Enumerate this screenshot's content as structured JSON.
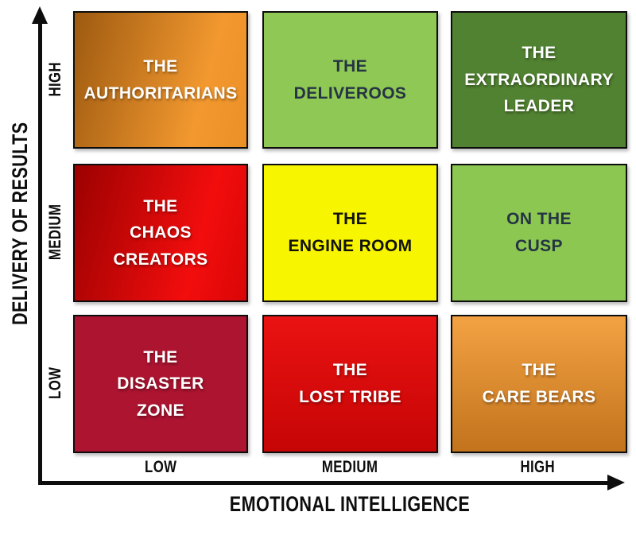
{
  "figure": {
    "title": "Emotional Intelligence vs Delivery of Results matrix",
    "background_color": "#ffffff",
    "axis_color": "#0d0d0d",
    "y_axis": {
      "title": "DELIVERY OF RESULTS",
      "ticks": [
        "HIGH",
        "MEDIUM",
        "LOW"
      ]
    },
    "x_axis": {
      "title": "EMOTIONAL INTELLIGENCE",
      "ticks": [
        "LOW",
        "MEDIUM",
        "HIGH"
      ]
    }
  },
  "cells": [
    {
      "name": "the-authoritarians",
      "text": "THE\nAUTHORITARIANS",
      "delivery": "HIGH",
      "emotional_intelligence": "LOW",
      "bg": "linear-gradient(105deg, #9e5a10 0%, #f2982f 72%, #eb9026 100%)",
      "fg": "#ffffff",
      "text_shadow": "1px 2px 3px rgba(0,0,0,0.4)"
    },
    {
      "name": "the-deliveroos",
      "text": "THE\nDELIVEROOS",
      "delivery": "HIGH",
      "emotional_intelligence": "MEDIUM",
      "bg": "#8fc854",
      "fg": "#253444",
      "text_shadow": "none"
    },
    {
      "name": "the-extraordinary-leader",
      "text": "THE\nEXTRAORDINARY\nLEADER",
      "delivery": "HIGH",
      "emotional_intelligence": "HIGH",
      "bg": "#518231",
      "fg": "#ffffff",
      "text_shadow": "1px 2px 3px rgba(0,0,0,0.4)"
    },
    {
      "name": "the-chaos-creators",
      "text": "THE\nCHAOS\nCREATORS",
      "delivery": "MEDIUM",
      "emotional_intelligence": "LOW",
      "bg": "linear-gradient(105deg, #9c0101 0%, #f30d0d 70%, #d90606 100%)",
      "fg": "#ffffff",
      "text_shadow": "1px 2px 3px rgba(0,0,0,0.4)"
    },
    {
      "name": "the-engine-room",
      "text": "THE\nENGINE ROOM",
      "delivery": "MEDIUM",
      "emotional_intelligence": "MEDIUM",
      "bg": "#f8f500",
      "fg": "#12120a",
      "text_shadow": "none"
    },
    {
      "name": "on-the-cusp",
      "text": "ON THE\nCUSP",
      "delivery": "MEDIUM",
      "emotional_intelligence": "HIGH",
      "bg": "#8cc751",
      "fg": "#253444",
      "text_shadow": "none"
    },
    {
      "name": "the-disaster-zone",
      "text": "THE\nDISASTER\nZONE",
      "delivery": "LOW",
      "emotional_intelligence": "LOW",
      "bg": "#ac1430",
      "fg": "#ffffff",
      "text_shadow": "1px 2px 3px rgba(0,0,0,0.4)"
    },
    {
      "name": "the-lost-tribe",
      "text": "THE\nLOST TRIBE",
      "delivery": "LOW",
      "emotional_intelligence": "MEDIUM",
      "bg": "linear-gradient(180deg, #ea1212 0%, #c60505 100%)",
      "fg": "#ffffff",
      "text_shadow": "1px 2px 3px rgba(0,0,0,0.4)"
    },
    {
      "name": "the-care-bears",
      "text": "THE\nCARE BEARS",
      "delivery": "LOW",
      "emotional_intelligence": "HIGH",
      "bg": "linear-gradient(180deg, #f3a243 0%, #c2731c 100%)",
      "fg": "#ffffff",
      "text_shadow": "1px 2px 3px rgba(0,0,0,0.4)"
    }
  ]
}
